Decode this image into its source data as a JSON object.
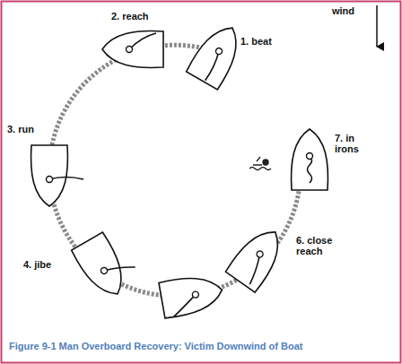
{
  "diagram": {
    "caption": "Figure 9-1 Man Overboard Recovery: Victim Downwind of Boat",
    "labels": [
      "wind",
      "1. beat",
      "2. reach",
      "3. run",
      "4. jibe",
      "6. close reach",
      "7. in irons"
    ]
  }
}
